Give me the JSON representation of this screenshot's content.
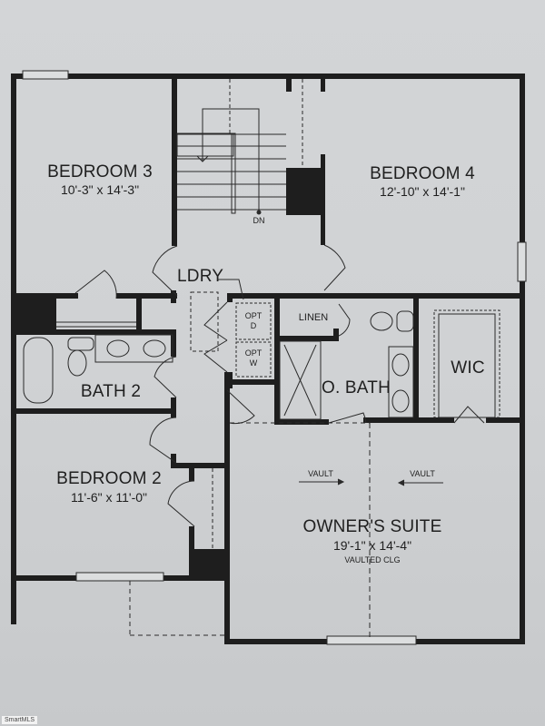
{
  "plan": {
    "rooms": [
      {
        "name": "BEDROOM 3",
        "dimensions": "10'-3\" x 14'-3\""
      },
      {
        "name": "BEDROOM 4",
        "dimensions": "12'-10\" x 14'-1\""
      },
      {
        "name": "BEDROOM 2",
        "dimensions": "11'-6\" x 11'-0\""
      },
      {
        "name": "OWNER'S SUITE",
        "dimensions": "19'-1\" x 14'-4\"",
        "note": "VAULTED CLG"
      },
      {
        "name": "BATH 2"
      },
      {
        "name": "O. BATH"
      },
      {
        "name": "WIC"
      },
      {
        "name": "LINEN"
      },
      {
        "name": "LDRY"
      }
    ],
    "laundry": {
      "dryer": [
        "OPT",
        "D"
      ],
      "washer": [
        "OPT",
        "W"
      ]
    },
    "stairs": {
      "label": "DN"
    },
    "vault_labels": [
      "VAULT",
      "VAULT"
    ],
    "watermark": "SmartMLS"
  },
  "colors": {
    "wall": "#1e1e1e",
    "paper": "#d1d3d5",
    "line": "#2a2a2a"
  }
}
